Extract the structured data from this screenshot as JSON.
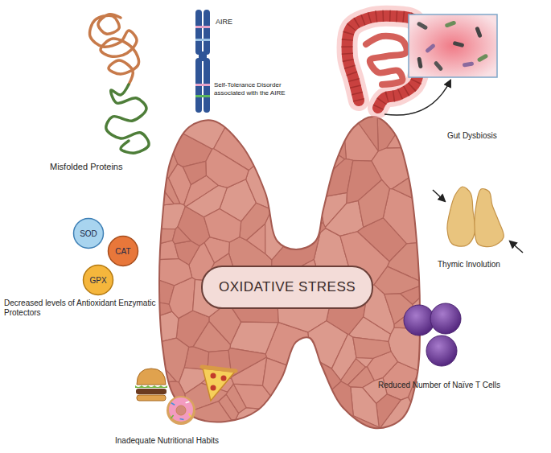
{
  "diagram": {
    "nodes": [
      {
        "text": [
          "SOD"
        ]
      },
      {
        "text": [
          "CAT"
        ]
      },
      {
        "text": [
          "GPX"
        ]
      },
      {
        "text": [
          "OXIDATIVE STRESS"
        ]
      }
    ],
    "labels": [
      "AIRE",
      "Self-Tolerance Disorder associated with the AIRE",
      "Gut Dysbiosis",
      "Misfolded Proteins",
      "Thymic Involution",
      "Decreased levels of Antioxidant Enzymatic Protectors",
      "Reduced Number of Naïve T Cells",
      "Inadequate Nutritional Habits"
    ]
  }
}
